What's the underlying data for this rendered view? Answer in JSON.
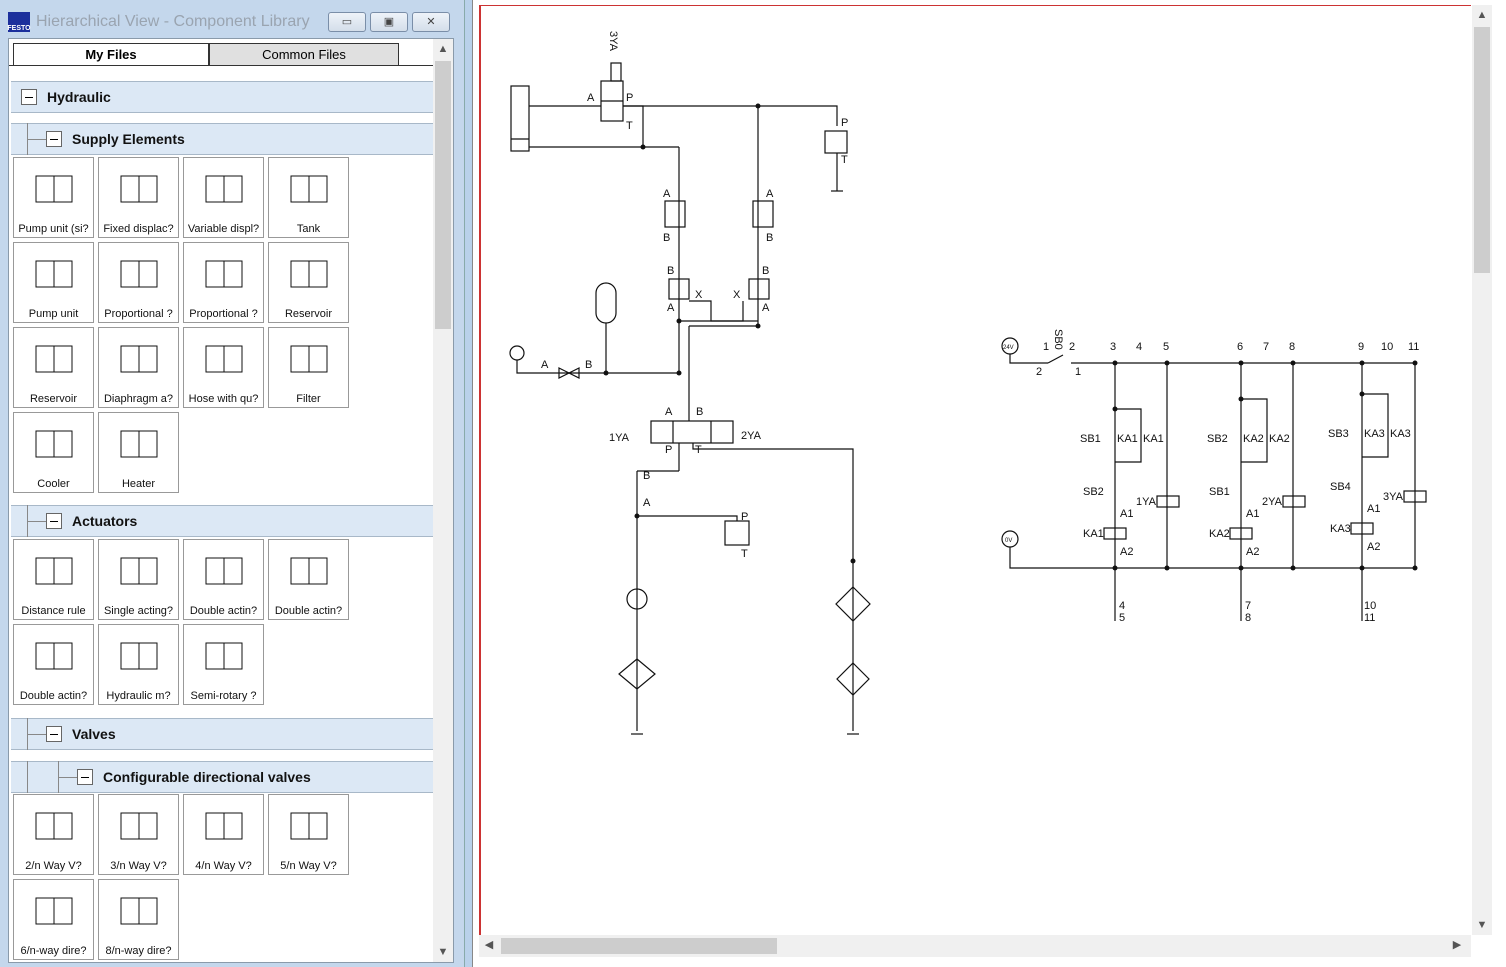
{
  "window": {
    "title": "Hierarchical View - Component Library",
    "logo": "FESTO",
    "minimize": "▭",
    "maximize": "▣",
    "close": "✕"
  },
  "tabs": [
    {
      "label": "My Files"
    },
    {
      "label": "Common Files"
    }
  ],
  "tree": {
    "hydraulic": "Hydraulic",
    "supply": "Supply Elements",
    "actuators": "Actuators",
    "valves": "Valves",
    "configurable": "Configurable directional valves"
  },
  "supply_items": [
    "Pump unit (si?",
    "Fixed displac?",
    "Variable displ?",
    "Tank",
    "Pump unit",
    "Proportional ?",
    "Proportional ?",
    "Reservoir",
    "Reservoir",
    "Diaphragm a?",
    "Hose with qu?",
    "Filter",
    "Cooler",
    "Heater"
  ],
  "actuator_items": [
    "Distance rule",
    "Single acting?",
    "Double actin?",
    "Double actin?",
    "Double actin?",
    "Hydraulic m?",
    "Semi-rotary ?"
  ],
  "valve_items": [
    "2/n Way V?",
    "3/n Way V?",
    "4/n Way V?",
    "5/n Way V?",
    "6/n-way dire?",
    "8/n-way dire?"
  ],
  "scroll": {
    "up": "▲",
    "down": "▼",
    "left": "◀",
    "right": "▶"
  },
  "diagram": {
    "hyd_labels": [
      "3YA",
      "A",
      "P",
      "T",
      "P",
      "T",
      "A",
      "B",
      "A",
      "B",
      "B",
      "A",
      "X",
      "X",
      "B",
      "A",
      "A",
      "B",
      "A",
      "B",
      "1YA",
      "2YA",
      "P",
      "T",
      "B",
      "A",
      "P",
      "T"
    ],
    "elec_top": [
      "1",
      "2",
      "3",
      "4",
      "5",
      "6",
      "7",
      "8",
      "9",
      "10",
      "11"
    ],
    "elec_labels": [
      "SB0",
      "2",
      "1",
      "24V",
      "0V",
      "SB1",
      "KA1",
      "KA1",
      "SB2",
      "KA1",
      "1YA",
      "A1",
      "A2",
      "SB2",
      "KA2",
      "KA2",
      "SB1",
      "KA2",
      "2YA",
      "A1",
      "A2",
      "SB3",
      "KA3",
      "KA3",
      "SB4",
      "KA3",
      "3YA",
      "A1",
      "A2",
      "4",
      "5",
      "7",
      "8",
      "10",
      "11"
    ]
  }
}
